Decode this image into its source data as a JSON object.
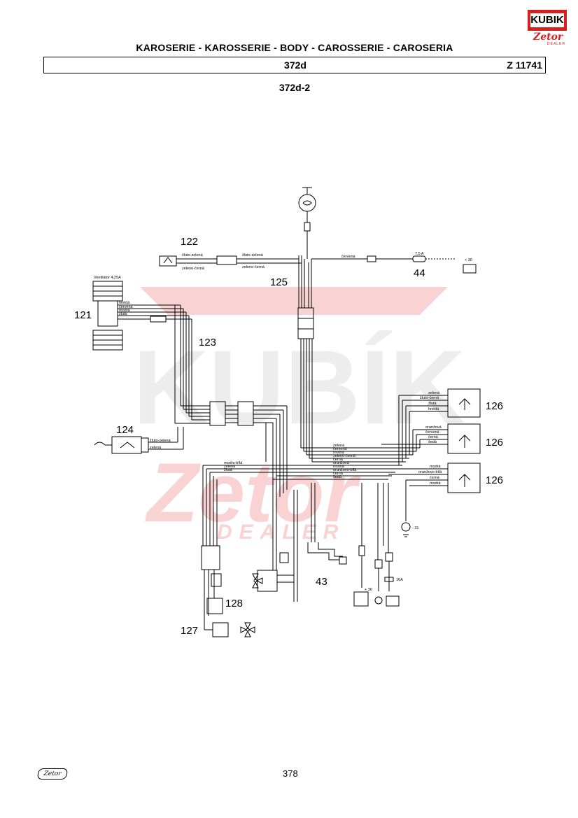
{
  "header": {
    "title": "KAROSERIE - KAROSSERIE - BODY - CAROSSERIE - CAROSERIA",
    "code": "372d",
    "ref": "Z 11741",
    "subtitle": "372d-2"
  },
  "logo": {
    "top": "KUBIK",
    "bottom": "Zetor",
    "dealer": "DEALER"
  },
  "footer": {
    "logo": "Zetor",
    "page": "378"
  },
  "watermark": {
    "text1": "KUBÍK",
    "text2": "Zetor",
    "text3": "DEALER"
  },
  "colors": {
    "line": "#000000",
    "watermark": "#e83a3a",
    "watermark_grey": "#cfcfcf",
    "accent": "#d62020"
  },
  "diagram": {
    "callouts": {
      "c122": "122",
      "c121": "121",
      "c123": "123",
      "c124": "124",
      "c125": "125",
      "c44": "44",
      "c126a": "126",
      "c126b": "126",
      "c126c": "126",
      "c43": "43",
      "c128": "128",
      "c127": "127"
    },
    "wire_labels": {
      "w_zluto_zelena_1": "žluto-zelená",
      "w_zeleno_cerna_1": "zeleno-černá",
      "w_zluto_zelena_2": "žluto-zelená",
      "w_zeleno_cerna_2": "zeleno-černá",
      "w_cervena_44": "červená",
      "w_7_5a": "7,5 A",
      "w_30": "+ 30",
      "w_ventilator": "Ventilátor 4,25A",
      "w_hneda": "hnědá",
      "w_cervena_top": "červená",
      "w_modra_121": "modrá",
      "w_zluta_121": "žlutá",
      "w_124_a": "žluto-zelená",
      "w_124_b": "zelená",
      "w_126a_1": "zelená",
      "w_126a_2": "žluto-černá",
      "w_126a_3": "žlutá",
      "w_126a_4": "hnědá",
      "w_126b_1": "oranžová",
      "w_126b_2": "červená",
      "w_126b_3": "černá",
      "w_126b_4": "šedá",
      "w_126c_1": "modrá",
      "w_126c_2": "oranžovo-bílá",
      "w_126c_3": "černá",
      "w_126c_4": "modrá",
      "w_mid_1": "zelená",
      "w_mid_2": "červená",
      "w_mid_3": "modrá",
      "w_mid_4": "zeleno-černá",
      "w_mid_5": "černá",
      "w_mid_6": "oranžová",
      "w_mid_7": "modrá",
      "w_mid_8": "oranžovo-bílá",
      "w_mid_9": "černá",
      "w_mid_10": "šedá",
      "w_low_1": "modro-bílá",
      "w_low_2": "zelená",
      "w_low_3": "žlutá",
      "w_31": "- 31",
      "w_16a": "16A",
      "w_plus30": "+ 30"
    }
  }
}
